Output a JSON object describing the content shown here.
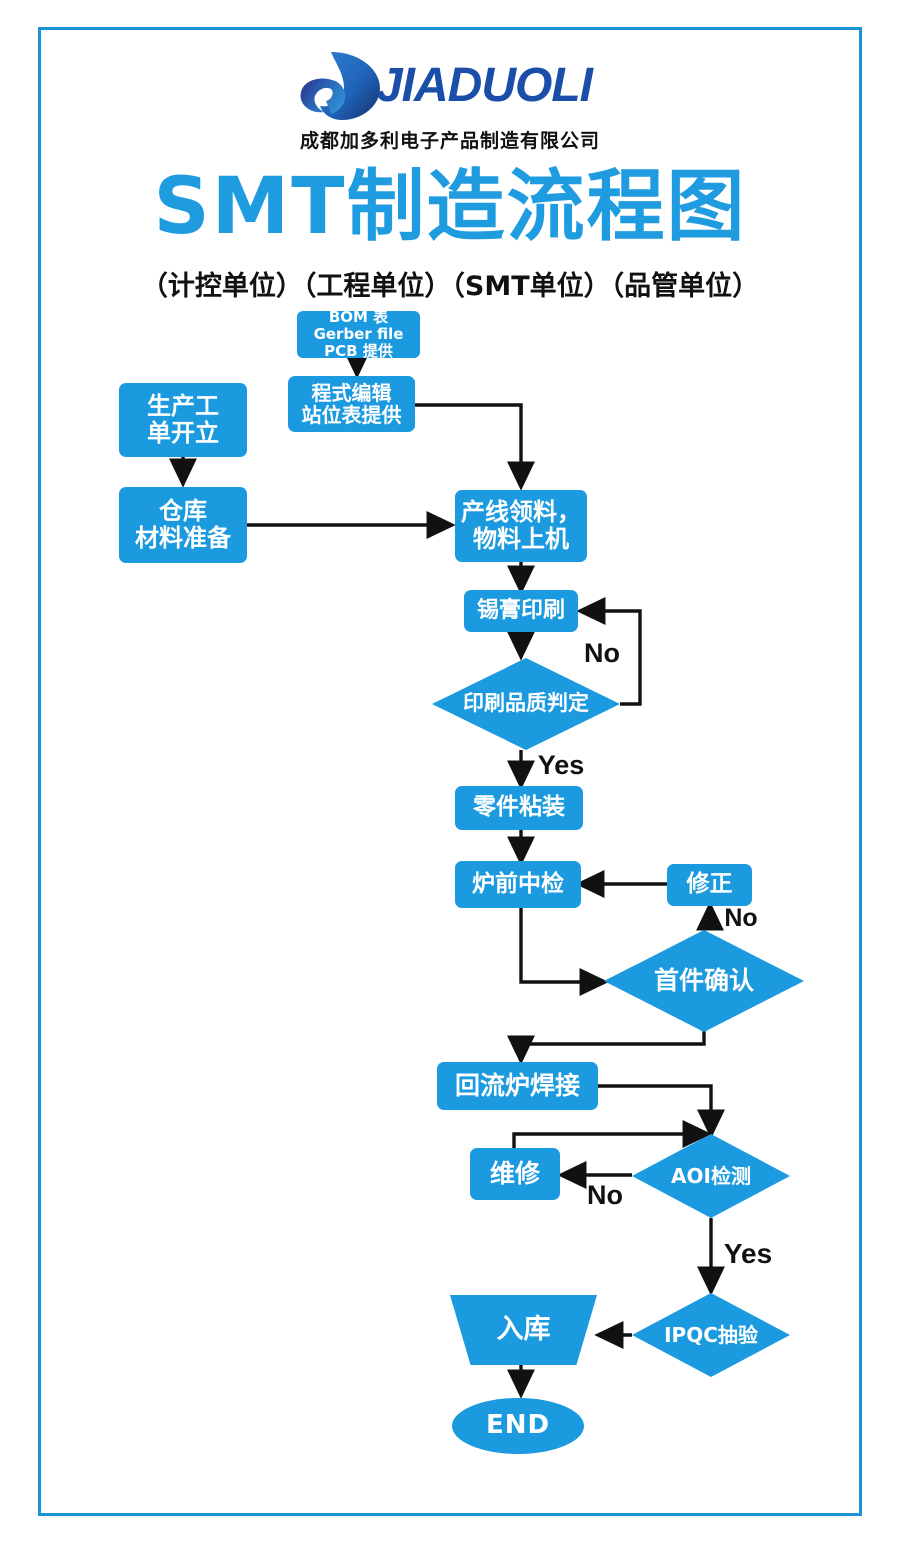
{
  "brand": {
    "logo_icon": "jiaduoli-droplet-logo",
    "wordmark": "JIADUOLI",
    "company_name": "成都加多利电子产品制造有限公司"
  },
  "header": {
    "title": "SMT制造流程图",
    "subtitle": "（计控单位）（工程单位）（SMT单位）（品管单位）"
  },
  "colors": {
    "node_fill": "#1b9ae0",
    "title_blue": "#1f9ce0",
    "frame_blue": "#1b93d8",
    "wordmark_blue": "#1a4ea8",
    "edge_black": "#111111",
    "node_text": "#ffffff"
  },
  "chart_data": {
    "type": "diagram",
    "diagram_kind": "flowchart",
    "title": "SMT制造流程图",
    "nodes": [
      {
        "id": "bom",
        "shape": "process",
        "label": "BOM 表\nGerber file\nPCB 提供"
      },
      {
        "id": "program",
        "shape": "process",
        "label": "程式编辑\n站位表提供"
      },
      {
        "id": "workorder",
        "shape": "process",
        "label": "生产工\n单开立"
      },
      {
        "id": "warehouse",
        "shape": "process",
        "label": "仓库\n材料准备"
      },
      {
        "id": "pickup",
        "shape": "process",
        "label": "产线领料，\n物料上机"
      },
      {
        "id": "solderprint",
        "shape": "process",
        "label": "锡膏印刷"
      },
      {
        "id": "printjudge",
        "shape": "decision",
        "label": "印刷品质判定"
      },
      {
        "id": "placement",
        "shape": "process",
        "label": "零件粘装"
      },
      {
        "id": "precheck",
        "shape": "process",
        "label": "炉前中检"
      },
      {
        "id": "fix",
        "shape": "process",
        "label": "修正"
      },
      {
        "id": "firstart",
        "shape": "decision",
        "label": "首件确认"
      },
      {
        "id": "reflow",
        "shape": "process",
        "label": "回流炉焊接"
      },
      {
        "id": "repair",
        "shape": "process",
        "label": "维修"
      },
      {
        "id": "aoi",
        "shape": "decision",
        "label": "AOI检测"
      },
      {
        "id": "ipqc",
        "shape": "decision",
        "label": "IPQC抽验"
      },
      {
        "id": "stockin",
        "shape": "trapezoid",
        "label": "入库"
      },
      {
        "id": "end",
        "shape": "terminator",
        "label": "END"
      }
    ],
    "edge_labels": [
      {
        "id": "print-no",
        "text": "No"
      },
      {
        "id": "print-yes",
        "text": "Yes"
      },
      {
        "id": "first-no",
        "text": "No"
      },
      {
        "id": "aoi-no",
        "text": "No"
      },
      {
        "id": "aoi-yes",
        "text": "Yes"
      }
    ],
    "edges": [
      {
        "from": "bom",
        "to": "program"
      },
      {
        "from": "program",
        "to": "pickup"
      },
      {
        "from": "workorder",
        "to": "warehouse"
      },
      {
        "from": "warehouse",
        "to": "pickup"
      },
      {
        "from": "pickup",
        "to": "solderprint"
      },
      {
        "from": "solderprint",
        "to": "printjudge"
      },
      {
        "from": "printjudge",
        "to": "solderprint",
        "label": "No"
      },
      {
        "from": "printjudge",
        "to": "placement",
        "label": "Yes"
      },
      {
        "from": "placement",
        "to": "precheck"
      },
      {
        "from": "precheck",
        "to": "firstart"
      },
      {
        "from": "fix",
        "to": "precheck"
      },
      {
        "from": "firstart",
        "to": "fix",
        "label": "No"
      },
      {
        "from": "firstart",
        "to": "reflow"
      },
      {
        "from": "reflow",
        "to": "aoi"
      },
      {
        "from": "aoi",
        "to": "repair",
        "label": "No"
      },
      {
        "from": "repair",
        "to": "aoi"
      },
      {
        "from": "aoi",
        "to": "ipqc",
        "label": "Yes"
      },
      {
        "from": "ipqc",
        "to": "stockin"
      },
      {
        "from": "stockin",
        "to": "end"
      }
    ]
  }
}
